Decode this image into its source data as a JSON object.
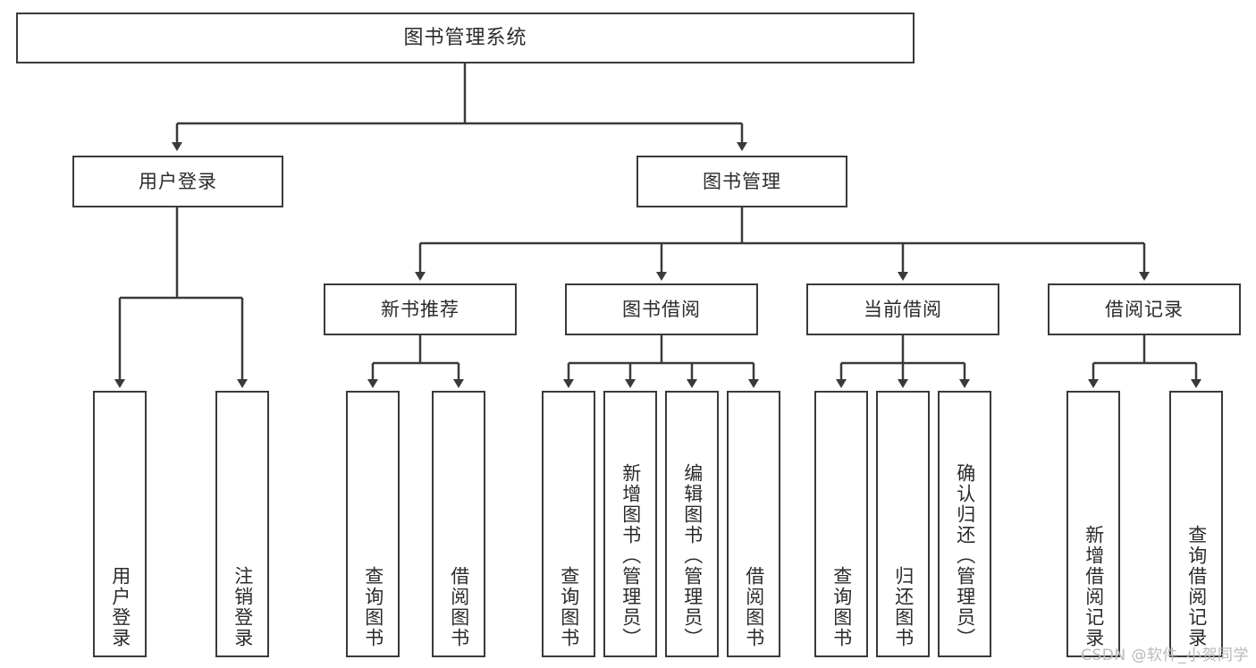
{
  "diagram": {
    "title": "图书管理系统",
    "type": "tree-hierarchy-chart",
    "colors": {
      "stroke": "#3a3a3a",
      "fill": "#ffffff",
      "text": "#2b2b2b",
      "watermark": "#b9b9b9"
    },
    "root": {
      "label": "图书管理系统"
    },
    "level1": [
      {
        "label": "用户登录"
      },
      {
        "label": "图书管理"
      }
    ],
    "level2": [
      {
        "label": "新书推荐"
      },
      {
        "label": "图书借阅"
      },
      {
        "label": "当前借阅"
      },
      {
        "label": "借阅记录"
      }
    ],
    "leaves": {
      "user_login": [
        {
          "label": "用户登录"
        },
        {
          "label": "注销登录"
        }
      ],
      "new_book_recommend": [
        {
          "label": "查询图书"
        },
        {
          "label": "借阅图书"
        }
      ],
      "book_borrow": [
        {
          "label": "查询图书"
        },
        {
          "label": "新增图书（管理员）"
        },
        {
          "label": "编辑图书（管理员）"
        },
        {
          "label": "借阅图书"
        }
      ],
      "current_borrow": [
        {
          "label": "查询图书"
        },
        {
          "label": "归还图书"
        },
        {
          "label": "确认归还（管理员）"
        }
      ],
      "borrow_record": [
        {
          "label": "新增借阅记录"
        },
        {
          "label": "查询借阅记录"
        }
      ]
    }
  },
  "watermark": {
    "text": "CSDN @软件_小贺同学"
  }
}
